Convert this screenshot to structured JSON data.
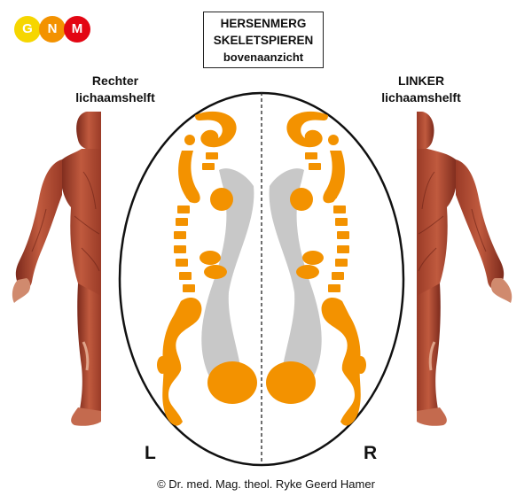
{
  "logo": {
    "letters": [
      "G",
      "N",
      "M"
    ],
    "colors": [
      "#f6d600",
      "#f39200",
      "#e30613"
    ]
  },
  "title": {
    "line1": "HERSENMERG",
    "line2": "SKELETSPIEREN",
    "line3": "bovenaanzicht"
  },
  "left_label": {
    "line1": "Rechter",
    "line2": "lichaamshelft"
  },
  "right_label": {
    "line1": "LINKER",
    "line2": "lichaamshelft"
  },
  "corner_left": "L",
  "corner_right": "R",
  "copyright": "© Dr. med. Mag. theol. Ryke Geerd Hamer",
  "colors": {
    "relay": "#f39200",
    "ventricle": "#c8c8c8",
    "muscle": "#b34a33",
    "muscle_dark": "#7c2a1c",
    "outline": "#111111"
  }
}
